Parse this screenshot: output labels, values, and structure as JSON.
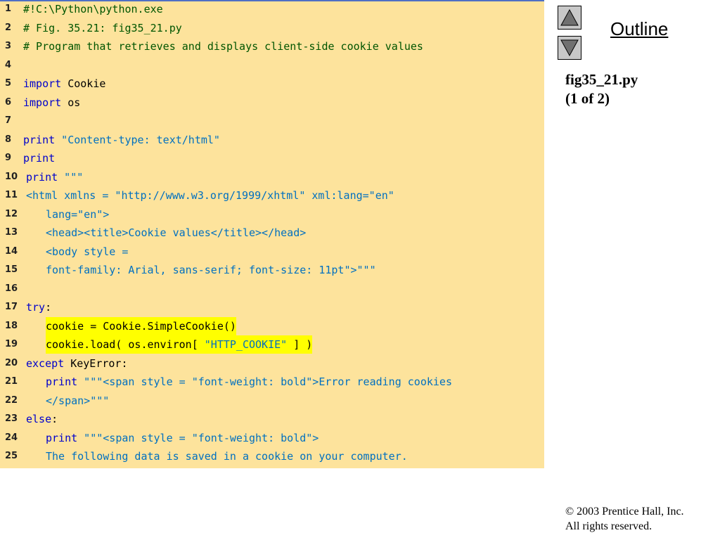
{
  "colors": {
    "keyword": "#0000cc",
    "string": "#0070c0",
    "comment": "#005500",
    "identifier": "#000000",
    "panel_bg": "#fde39c",
    "highlight": "#ffff00"
  },
  "code": {
    "lines": [
      {
        "n": "1",
        "indent": 0,
        "segs": [
          {
            "t": "#!C:\\Python\\python.exe",
            "c": "comment"
          }
        ]
      },
      {
        "n": "2",
        "indent": 0,
        "segs": [
          {
            "t": "# Fig. 35.21: fig35_21.py",
            "c": "comment"
          }
        ]
      },
      {
        "n": "3",
        "indent": 0,
        "segs": [
          {
            "t": "# Program that retrieves and displays client-side cookie values",
            "c": "comment"
          }
        ]
      },
      {
        "n": "4",
        "indent": 0,
        "segs": []
      },
      {
        "n": "5",
        "indent": 0,
        "segs": [
          {
            "t": "import",
            "c": "keyword"
          },
          {
            "t": " Cookie",
            "c": "identifier"
          }
        ]
      },
      {
        "n": "6",
        "indent": 0,
        "segs": [
          {
            "t": "import",
            "c": "keyword"
          },
          {
            "t": " os",
            "c": "identifier"
          }
        ]
      },
      {
        "n": "7",
        "indent": 0,
        "segs": []
      },
      {
        "n": "8",
        "indent": 0,
        "segs": [
          {
            "t": "print",
            "c": "keyword"
          },
          {
            "t": " \"Content-type: text/html\"",
            "c": "string"
          }
        ]
      },
      {
        "n": "9",
        "indent": 0,
        "segs": [
          {
            "t": "print",
            "c": "keyword"
          }
        ]
      },
      {
        "n": "10",
        "indent": 0,
        "segs": [
          {
            "t": "print",
            "c": "keyword"
          },
          {
            "t": " \"\"\"",
            "c": "string"
          }
        ]
      },
      {
        "n": "11",
        "indent": 0,
        "segs": [
          {
            "t": "<html xmlns = \"http://www.w3.org/1999/xhtml\" xml:lang=\"en\"",
            "c": "string"
          }
        ]
      },
      {
        "n": "12",
        "indent": 1,
        "segs": [
          {
            "t": "lang=\"en\">",
            "c": "string"
          }
        ]
      },
      {
        "n": "13",
        "indent": 1,
        "segs": [
          {
            "t": "<head><title>Cookie values</title></head>",
            "c": "string"
          }
        ]
      },
      {
        "n": "14",
        "indent": 1,
        "segs": [
          {
            "t": "<body style =",
            "c": "string"
          }
        ]
      },
      {
        "n": "15",
        "indent": 1,
        "segs": [
          {
            "t": "font-family: Arial, sans-serif; font-size: 11pt\">\"\"\"",
            "c": "string"
          }
        ]
      },
      {
        "n": "16",
        "indent": 0,
        "segs": []
      },
      {
        "n": "17",
        "indent": 0,
        "segs": [
          {
            "t": "try",
            "c": "keyword"
          },
          {
            "t": ":",
            "c": "identifier"
          }
        ]
      },
      {
        "n": "18",
        "indent": 1,
        "highlight": true,
        "segs": [
          {
            "t": "cookie = Cookie.SimpleCookie()",
            "c": "identifier"
          }
        ]
      },
      {
        "n": "19",
        "indent": 1,
        "highlight": true,
        "segs": [
          {
            "t": "cookie.load( os.environ[ ",
            "c": "identifier"
          },
          {
            "t": "\"HTTP_COOKIE\"",
            "c": "string"
          },
          {
            "t": " ] )",
            "c": "identifier"
          }
        ]
      },
      {
        "n": "20",
        "indent": 0,
        "segs": [
          {
            "t": "except",
            "c": "keyword"
          },
          {
            "t": " KeyError:",
            "c": "identifier"
          }
        ]
      },
      {
        "n": "21",
        "indent": 1,
        "segs": [
          {
            "t": "print",
            "c": "keyword"
          },
          {
            "t": " \"\"\"<span style = \"font-weight: bold\">Error reading cookies",
            "c": "string"
          }
        ]
      },
      {
        "n": "22",
        "indent": 1,
        "segs": [
          {
            "t": "</span>\"\"\"",
            "c": "string"
          }
        ]
      },
      {
        "n": "23",
        "indent": 0,
        "segs": [
          {
            "t": "else",
            "c": "keyword"
          },
          {
            "t": ":",
            "c": "identifier"
          }
        ]
      },
      {
        "n": "24",
        "indent": 1,
        "segs": [
          {
            "t": "print",
            "c": "keyword"
          },
          {
            "t": " \"\"\"<span style = \"font-weight: bold\">",
            "c": "string"
          }
        ]
      },
      {
        "n": "25",
        "indent": 1,
        "segs": [
          {
            "t": "The following data is saved in a cookie on your computer.",
            "c": "string"
          }
        ]
      }
    ]
  },
  "nav": {
    "up_icon": "up-triangle-icon",
    "down_icon": "down-triangle-icon",
    "outline_label": "Outline"
  },
  "figure": {
    "filename": "fig35_21.py",
    "page": "(1 of 2)"
  },
  "footer": {
    "copyright": "© 2003 Prentice Hall, Inc.",
    "rights": "All rights reserved."
  }
}
